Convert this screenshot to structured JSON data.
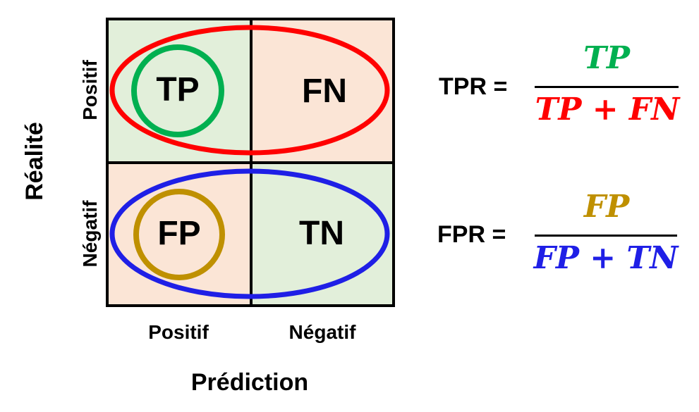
{
  "matrix": {
    "cells": {
      "tp": "TP",
      "fn": "FN",
      "fp": "FP",
      "tn": "TN"
    },
    "colors": {
      "correct_fill": "#e2efda",
      "error_fill": "#fbe5d6",
      "tpr_ellipse": "#ff0000",
      "fpr_ellipse": "#1f1fe6",
      "tp_circle": "#00b050",
      "fp_circle": "#bf9000",
      "border": "#000000"
    }
  },
  "axes": {
    "row_title": "Réalité",
    "row_positive": "Positif",
    "row_negative": "Négatif",
    "col_title": "Prédiction",
    "col_positive": "Positif",
    "col_negative": "Négatif"
  },
  "formulas": {
    "tpr": {
      "label": "TPR =",
      "numerator": "TP",
      "denominator": "TP + FN",
      "numerator_color": "#00b050",
      "denominator_color": "#ff0000"
    },
    "fpr": {
      "label": "FPR =",
      "numerator": "FP",
      "denominator": "FP + TN",
      "numerator_color": "#bf9000",
      "denominator_color": "#1f1fe6"
    }
  }
}
